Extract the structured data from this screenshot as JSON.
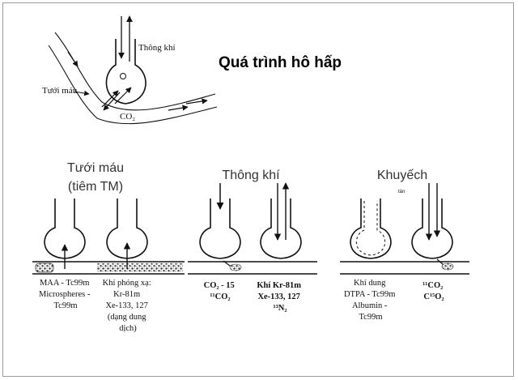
{
  "title": "Quá trình hô hấp",
  "schematic": {
    "ventilation_label": "Thông khí",
    "perfusion_label": "Tưới máu",
    "co2_label": "CO₂"
  },
  "groups": {
    "perfusion": {
      "heading_line1": "Tưới máu",
      "heading_line2": "(tiêm TM)"
    },
    "ventilation": {
      "heading": "Thông khí"
    },
    "diffusion": {
      "heading": "Khuyếch",
      "heading_tail": "tán"
    }
  },
  "captions": {
    "maa": [
      "MAA - Tc99m",
      "Microspheres -",
      "Tc99m"
    ],
    "radioactive_gas": [
      "Khí phóng xạ:",
      "Kr-81m",
      "Xe-133, 127",
      "(dạng dung",
      "dịch)"
    ],
    "co2_15": [
      "CO₂ - 15",
      "¹¹CO₂"
    ],
    "kr_gas": [
      "Khí Kr-81m",
      "Xe-133, 127",
      "¹³N₂"
    ],
    "dtpa": [
      "Khí dung",
      "DTPA - Tc99m",
      "Albumin -",
      "Tc99m"
    ],
    "c11_c15": [
      "¹¹CO₂",
      "C¹⁵O₂"
    ]
  }
}
